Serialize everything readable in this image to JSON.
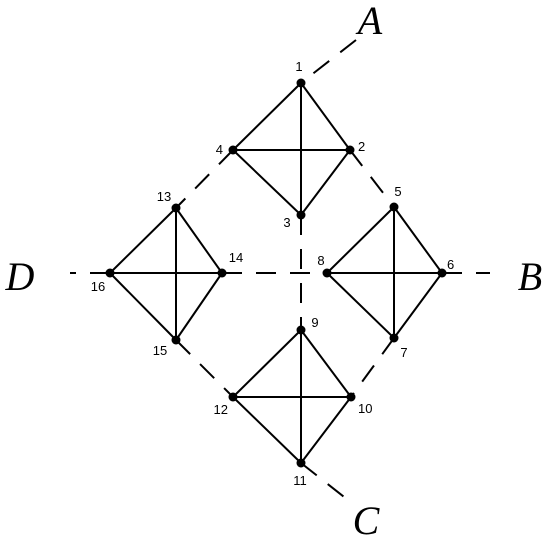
{
  "diagram": {
    "vertex_labels": [
      "1",
      "2",
      "3",
      "4",
      "5",
      "6",
      "7",
      "8",
      "9",
      "10",
      "11",
      "12",
      "13",
      "14",
      "15",
      "16"
    ],
    "direction_labels": [
      "A",
      "B",
      "C",
      "D"
    ],
    "groups": [
      {
        "vertices": [
          "1",
          "2",
          "3",
          "4"
        ]
      },
      {
        "vertices": [
          "5",
          "6",
          "7",
          "8"
        ]
      },
      {
        "vertices": [
          "9",
          "10",
          "11",
          "12"
        ]
      },
      {
        "vertices": [
          "13",
          "14",
          "15",
          "16"
        ]
      }
    ],
    "edges": [
      [
        "1",
        "2"
      ],
      [
        "2",
        "3"
      ],
      [
        "3",
        "4"
      ],
      [
        "4",
        "1"
      ],
      [
        "1",
        "3"
      ],
      [
        "2",
        "4"
      ],
      [
        "5",
        "6"
      ],
      [
        "6",
        "7"
      ],
      [
        "7",
        "8"
      ],
      [
        "8",
        "5"
      ],
      [
        "5",
        "7"
      ],
      [
        "6",
        "8"
      ],
      [
        "9",
        "10"
      ],
      [
        "10",
        "11"
      ],
      [
        "11",
        "12"
      ],
      [
        "12",
        "9"
      ],
      [
        "9",
        "11"
      ],
      [
        "10",
        "12"
      ],
      [
        "13",
        "14"
      ],
      [
        "14",
        "15"
      ],
      [
        "15",
        "16"
      ],
      [
        "16",
        "13"
      ],
      [
        "13",
        "15"
      ],
      [
        "14",
        "16"
      ]
    ],
    "dashed_links": [
      [
        "A",
        "1"
      ],
      [
        "4",
        "13"
      ],
      [
        "2",
        "5"
      ],
      [
        "3",
        "9"
      ],
      [
        "16",
        "D"
      ],
      [
        "14",
        "8"
      ],
      [
        "6",
        "B"
      ],
      [
        "15",
        "12"
      ],
      [
        "7",
        "10"
      ],
      [
        "11",
        "C"
      ]
    ]
  }
}
